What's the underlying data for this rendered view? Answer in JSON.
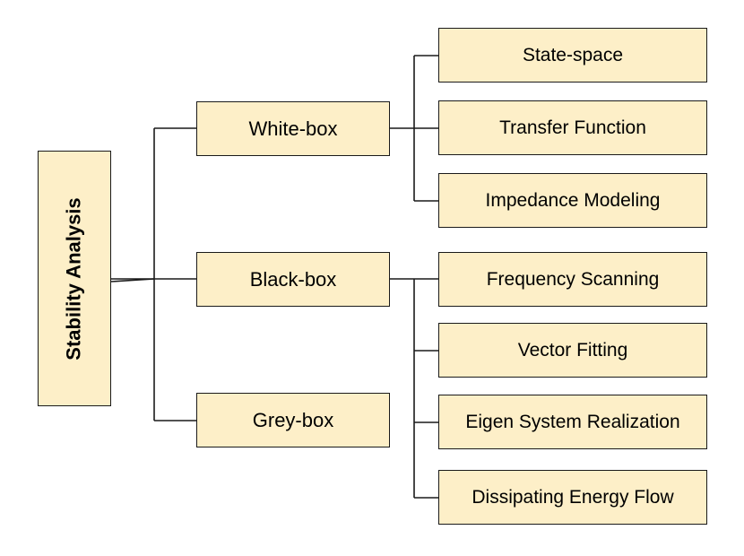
{
  "root": {
    "label": "Stability Analysis"
  },
  "categories": [
    {
      "label": "White-box",
      "methods": [
        "State-space",
        "Transfer Function",
        "Impedance Modeling"
      ]
    },
    {
      "label": "Black-box",
      "methods": [
        "Frequency Scanning",
        "Vector Fitting",
        "Eigen System Realization",
        "Dissipating Energy Flow"
      ]
    },
    {
      "label": "Grey-box",
      "methods": []
    }
  ],
  "colors": {
    "box_fill": "#fdefc8",
    "line": "#1a1a1a",
    "background": "#ffffff"
  }
}
